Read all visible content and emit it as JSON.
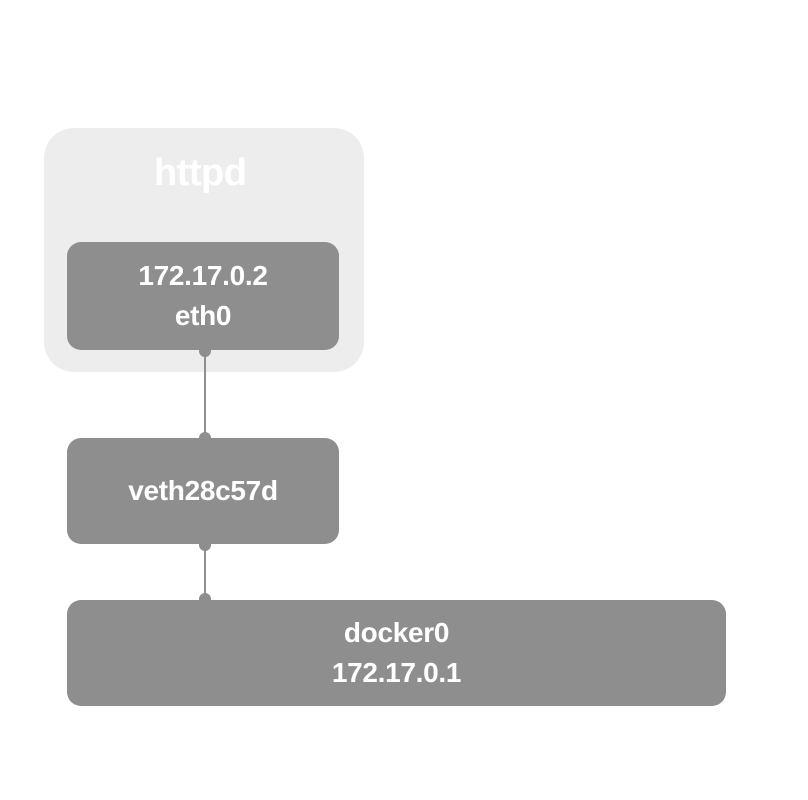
{
  "container": {
    "name": "httpd"
  },
  "nodes": {
    "eth0": {
      "ip": "172.17.0.2",
      "interface": "eth0"
    },
    "veth": {
      "name": "veth28c57d"
    },
    "docker0": {
      "name": "docker0",
      "ip": "172.17.0.1"
    }
  },
  "colors": {
    "node_fill": "#8e8e8e",
    "container_fill": "#ededed",
    "text": "#ffffff"
  }
}
